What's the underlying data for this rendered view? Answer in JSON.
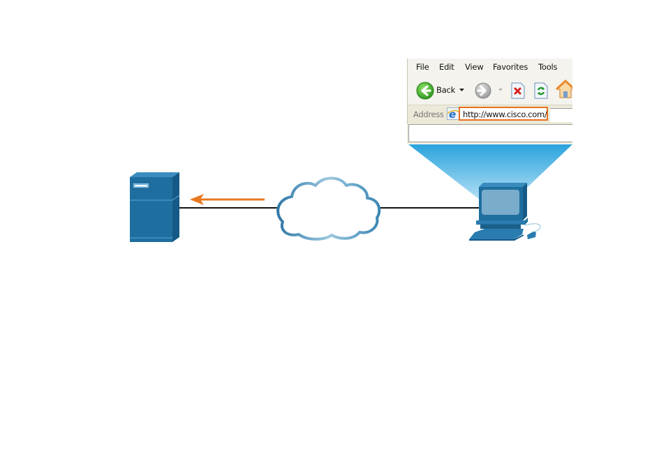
{
  "diagram": {
    "title": "Web browser requesting a URL from a web server across the Internet",
    "nodes": [
      {
        "id": "server",
        "type": "web-server"
      },
      {
        "id": "internet",
        "type": "cloud"
      },
      {
        "id": "client",
        "type": "pc"
      }
    ],
    "links": [
      {
        "from": "server",
        "to": "internet"
      },
      {
        "from": "internet",
        "to": "client"
      }
    ],
    "arrow": {
      "direction": "toward-server",
      "color": "#e8781e"
    }
  },
  "browser": {
    "menu": [
      "File",
      "Edit",
      "View",
      "Favorites",
      "Tools"
    ],
    "toolbar": {
      "back_label": "Back",
      "back_icon": "back-arrow-icon",
      "forward_icon": "forward-arrow-icon",
      "stop_icon": "stop-icon",
      "refresh_icon": "refresh-icon",
      "home_icon": "home-icon"
    },
    "address": {
      "label": "Address",
      "url": "http://www.cisco.com/",
      "highlight_color": "#e8701e"
    }
  },
  "colors": {
    "device_blue": "#1e6f9f",
    "beam_top": "#2aa3dc",
    "beam_bottom": "#a8d8f0",
    "cloud_stroke": "#4a8fb8"
  }
}
